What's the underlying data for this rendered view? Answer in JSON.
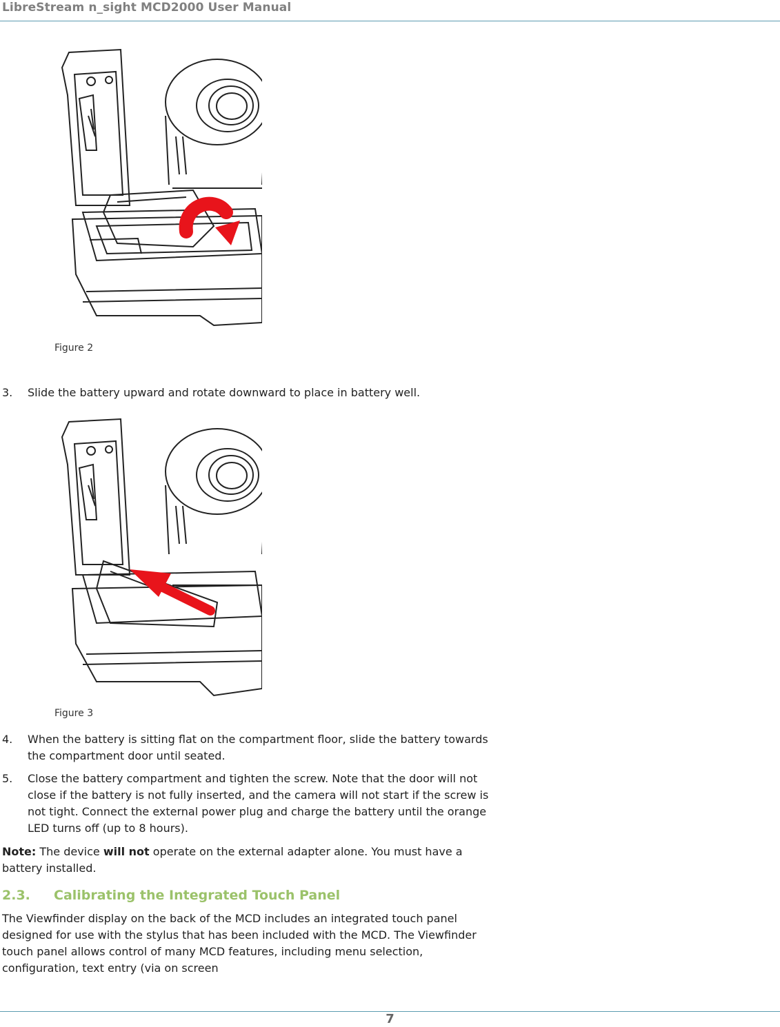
{
  "header": {
    "title": "LibreStream n_sight MCD2000 User Manual"
  },
  "figures": [
    {
      "caption": "Figure 2",
      "arrow": "rotate-arrow-icon"
    },
    {
      "caption": "Figure 3",
      "arrow": "slide-arrow-icon"
    }
  ],
  "steps": [
    {
      "num": "3.",
      "text": "Slide the battery upward and rotate downward to place in battery well."
    },
    {
      "num": "4.",
      "text": "When the battery is sitting flat on the compartment floor, slide the battery towards the compartment door until seated."
    },
    {
      "num": "5.",
      "text": "Close the battery compartment and tighten the screw. Note that the door will not close if the battery is not fully inserted, and the camera will not start if the screw is not tight. Connect the external power plug and charge the battery until the orange LED turns off (up to 8 hours)."
    }
  ],
  "note": {
    "label": "Note:",
    "text_before": " The device ",
    "bold": "will not",
    "text_after": " operate on the external adapter alone. You must have a battery installed."
  },
  "section": {
    "number": "2.3.",
    "title": "Calibrating the Integrated Touch Panel",
    "body": "The Viewfinder display on the back of the MCD includes an integrated touch panel designed for use with the stylus that has been included with the MCD. The Viewfinder touch panel allows control of many MCD features, including menu selection, configuration, text entry (via on screen"
  },
  "footer": {
    "page_number": "7"
  },
  "colors": {
    "accent_line": "#5b9bb0",
    "section_heading": "#9bc26a",
    "arrow": "#e8141b"
  }
}
